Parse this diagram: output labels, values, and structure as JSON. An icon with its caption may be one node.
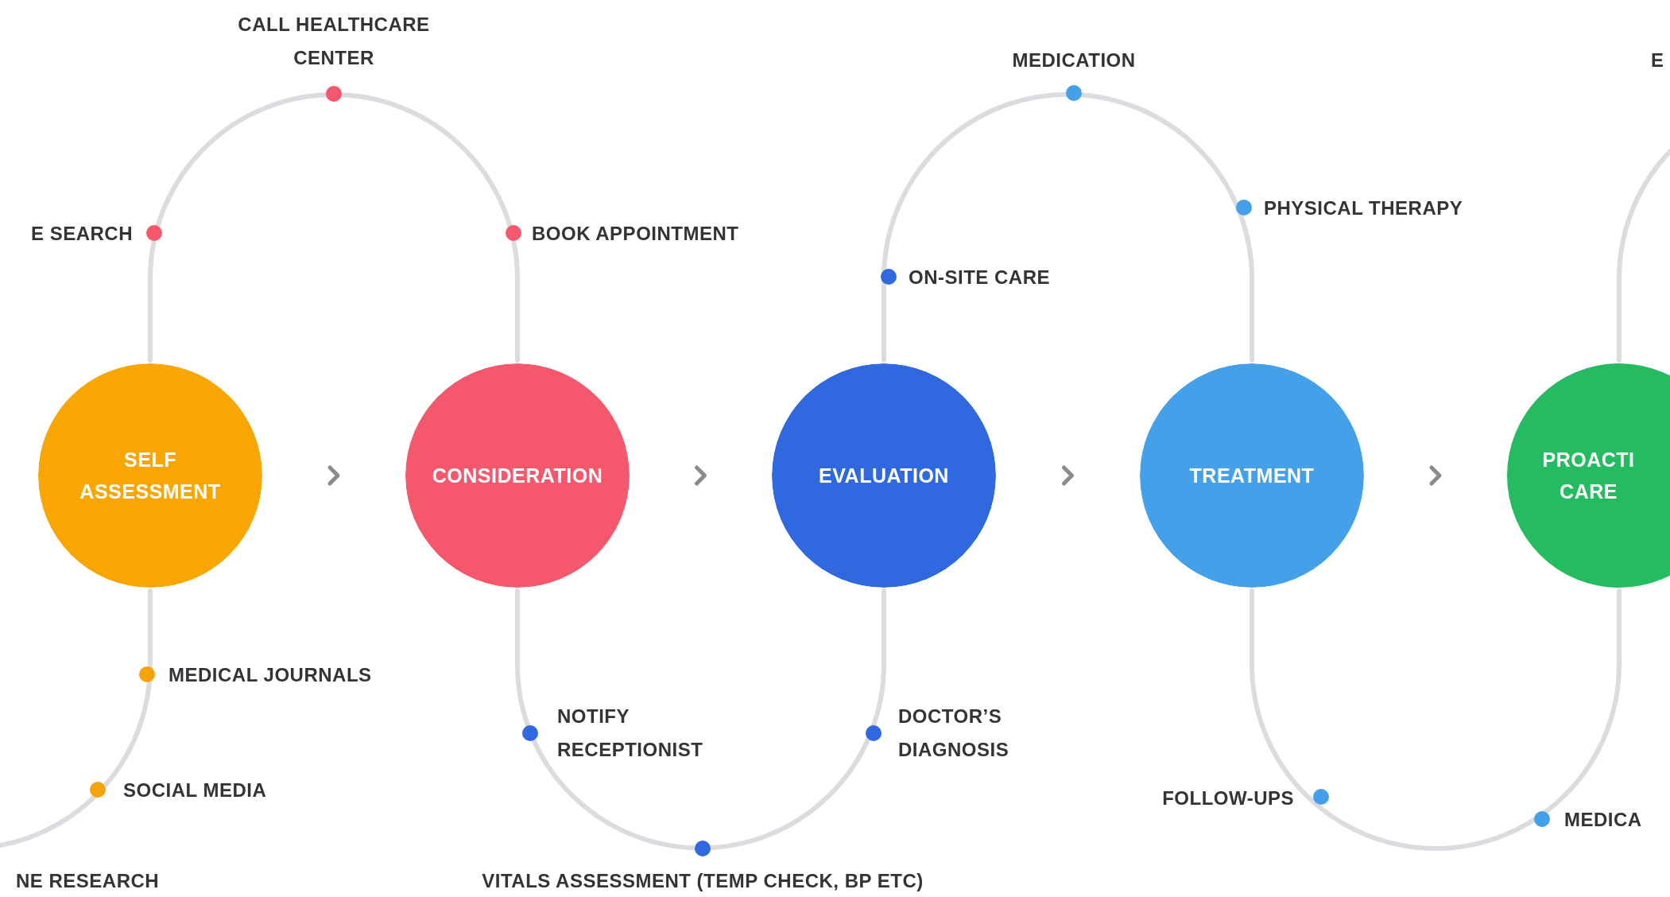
{
  "diagram": {
    "nodes": [
      {
        "text": [
          "SELF ASSESSMENT"
        ]
      },
      {
        "text": [
          "CONSIDERATION"
        ]
      },
      {
        "text": [
          "EVALUATION"
        ]
      },
      {
        "text": [
          "TREATMENT"
        ]
      },
      {
        "text": [
          "PROACTI CARE"
        ]
      }
    ],
    "edges": [
      {
        "from": null,
        "to": 0,
        "arrow": "none"
      },
      {
        "from": 0,
        "to": 1,
        "arrow": "none"
      },
      {
        "from": 1,
        "to": 2,
        "arrow": "none"
      },
      {
        "from": 2,
        "to": 3,
        "arrow": "none"
      },
      {
        "from": 3,
        "to": 4,
        "arrow": "none"
      },
      {
        "from": 4,
        "to": null,
        "arrow": "none"
      }
    ],
    "labels": [
      "CALL HEALTHCARE CENTER",
      "E SEARCH",
      "BOOK APPOINTMENT",
      "MEDICATION",
      "E",
      "PHYSICAL THERAPY",
      "ON-SITE CARE",
      "MEDICAL JOURNALS",
      "NOTIFY RECEPTIONIST",
      "DOCTOR’S DIAGNOSIS",
      "SOCIAL MEDIA",
      "FOLLOW-UPS",
      "MEDICA",
      "NE RESEARCH",
      "VITALS ASSESSMENT (TEMP CHECK, BP ETC)"
    ]
  }
}
